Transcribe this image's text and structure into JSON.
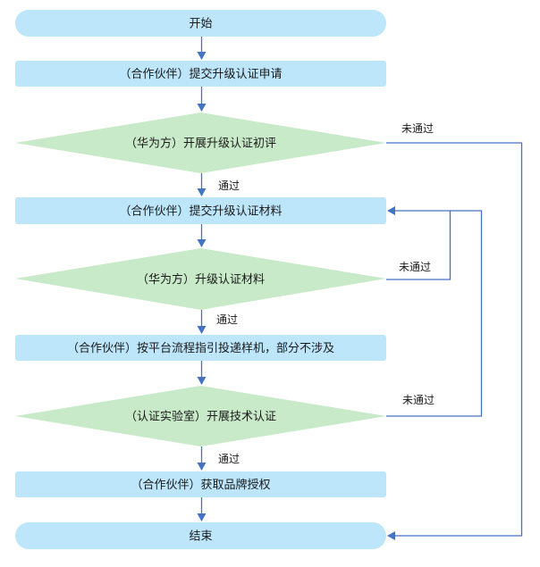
{
  "diagram": {
    "type": "flowchart",
    "colors": {
      "terminal_fill": "#bde6fb",
      "process_fill": "#bde6fb",
      "decision_fill": "#c8eac9",
      "arrow": "#4472c4"
    },
    "nodes": [
      {
        "id": "start",
        "kind": "terminal",
        "label": "开始"
      },
      {
        "id": "submit-application",
        "kind": "process",
        "label": "（合作伙伴）提交升级认证申请"
      },
      {
        "id": "initial-review",
        "kind": "decision",
        "label": "（华为方）开展升级认证初评"
      },
      {
        "id": "submit-materials",
        "kind": "process",
        "label": "（合作伙伴）提交升级认证材料"
      },
      {
        "id": "review-materials",
        "kind": "decision",
        "label": "（华为方）升级认证材料"
      },
      {
        "id": "deliver-samples",
        "kind": "process",
        "label": "（合作伙伴）按平台流程指引投递样机，部分不涉及"
      },
      {
        "id": "technical-certification",
        "kind": "decision",
        "label": "（认证实验室）开展技术认证"
      },
      {
        "id": "obtain-authorization",
        "kind": "process",
        "label": "（合作伙伴）获取品牌授权"
      },
      {
        "id": "end",
        "kind": "terminal",
        "label": "结束"
      }
    ],
    "edges": [
      {
        "from": "start",
        "to": "submit-application",
        "label": ""
      },
      {
        "from": "submit-application",
        "to": "initial-review",
        "label": ""
      },
      {
        "from": "initial-review",
        "to": "submit-materials",
        "label": "通过"
      },
      {
        "from": "initial-review",
        "to": "end",
        "label": "未通过"
      },
      {
        "from": "submit-materials",
        "to": "review-materials",
        "label": ""
      },
      {
        "from": "review-materials",
        "to": "deliver-samples",
        "label": "通过"
      },
      {
        "from": "review-materials",
        "to": "submit-materials",
        "label": "未通过"
      },
      {
        "from": "deliver-samples",
        "to": "technical-certification",
        "label": ""
      },
      {
        "from": "technical-certification",
        "to": "obtain-authorization",
        "label": "通过"
      },
      {
        "from": "technical-certification",
        "to": "submit-materials",
        "label": "未通过"
      },
      {
        "from": "obtain-authorization",
        "to": "end",
        "label": ""
      }
    ]
  }
}
